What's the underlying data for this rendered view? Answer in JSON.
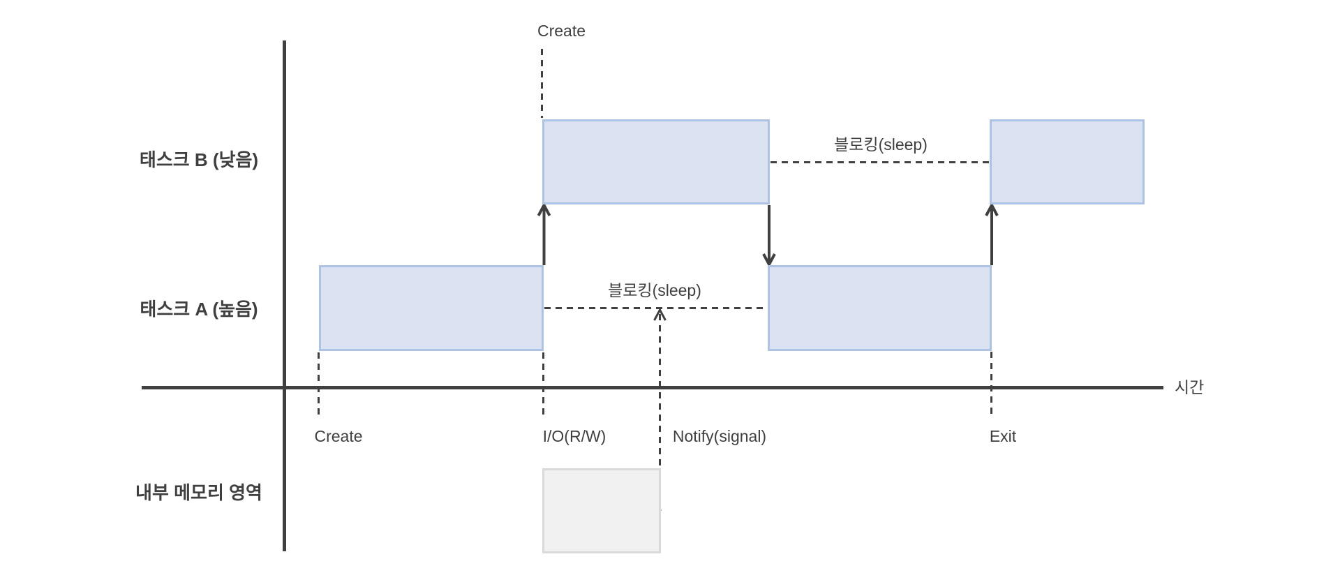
{
  "labels": {
    "task_b_row": "태스크 B (낮음)",
    "task_a_row": "태스크 A (높음)",
    "memory_row": "내부 메모리 영역",
    "time_axis": "시간",
    "create_top": "Create",
    "create_axis": "Create",
    "io_axis": "I/O(R/W)",
    "notify_axis": "Notify(signal)",
    "exit_axis": "Exit",
    "blocking_task_b": "블로킹(sleep)",
    "blocking_task_a": "블로킹(sleep)"
  },
  "colors": {
    "task_box_fill": "#dbe3f3",
    "task_box_border": "#aec3e4",
    "memory_box_fill": "#f1f1f1",
    "memory_box_border": "#d9d9d9",
    "line": "#404040",
    "text": "#3f3f3f"
  }
}
